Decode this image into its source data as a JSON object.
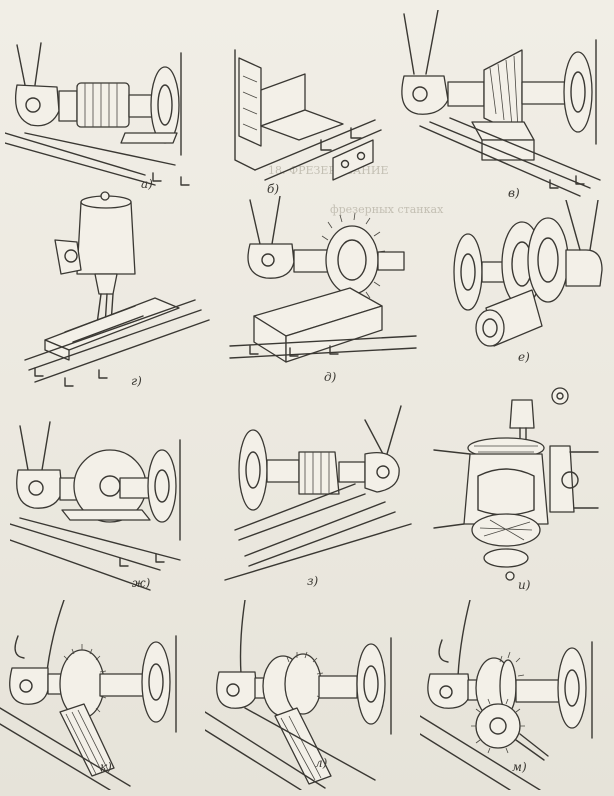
{
  "figure": {
    "captions": {
      "a": "а)",
      "b": "б)",
      "v": "в)",
      "g": "г)",
      "d": "д)",
      "e": "е)",
      "zh": "ж)",
      "z": "з)",
      "i": "и)",
      "k": "к)",
      "l": "л)",
      "m": "м)"
    }
  },
  "bleed_through": {
    "heading": "18. ФРЕЗЕРОВАНИЕ",
    "subheading": "фрезерных станках"
  }
}
